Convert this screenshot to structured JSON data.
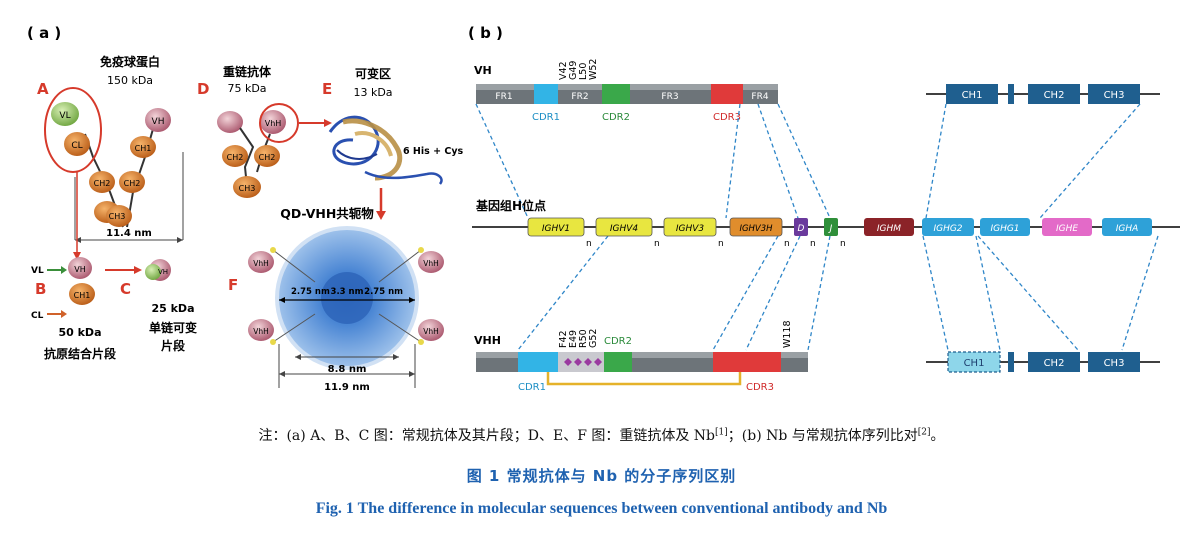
{
  "panel_a": {
    "label": "( a )",
    "igg_title": "免疫球蛋白",
    "igg_kda": "150 kDa",
    "hcab_title": "重链抗体",
    "hcab_kda": "75 kDa",
    "vr_title": "可变区",
    "vr_kda": "13 kDa",
    "letters": {
      "A": "A",
      "B": "B",
      "C": "C",
      "D": "D",
      "E": "E",
      "F": "F"
    },
    "domains": {
      "vl": "VL",
      "cl": "CL",
      "vh": "VH",
      "ch1": "CH1",
      "ch2": "CH2",
      "ch3": "CH3",
      "vhh": "VhH"
    },
    "width_114": "11.4 nm",
    "his_tag": "6 His + Cys",
    "qd_title": "QD-VHH共轭物",
    "fab_kda": "50 kDa",
    "fab_name": "抗原结合片段",
    "scfv_kda": "25 kDa",
    "scfv_name_1": "单链可变",
    "scfv_name_2": "片段",
    "qd_275_left": "2.75 nm",
    "qd_33": "3.3 nm",
    "qd_275_right": "2.75 nm",
    "qd_88": "8.8 nm",
    "qd_119": "11.9 nm",
    "colors": {
      "letter_red": "#d63a2b",
      "domain_orange": "#d8772a",
      "vl_green": "#8fbf5a",
      "vh_pink": "#c87d8f",
      "qd_blue": "#5a8fd0"
    }
  },
  "panel_b": {
    "label": "( b )",
    "vh_label": "VH",
    "vh_regions": [
      "FR1",
      "FR2",
      "FR3",
      "FR4"
    ],
    "vh_cdrs": [
      "CDR1",
      "CDR2",
      "CDR3"
    ],
    "vh_residues": [
      "V42",
      "G49",
      "L50",
      "W52"
    ],
    "heavy_chain": [
      "CH1",
      "CH2",
      "CH3"
    ],
    "locus_label": "基因组H位点",
    "genes": [
      "IGHV1",
      "IGHV4",
      "IGHV3",
      "IGHV3H",
      "D",
      "J",
      "IGHM",
      "IGHG2",
      "IGHG1",
      "IGHE",
      "IGHA"
    ],
    "n_label": "n",
    "vhh_label": "VHH",
    "vhh_residues": [
      "F42",
      "E49",
      "R50",
      "G52"
    ],
    "vhh_w118": "W118",
    "vhh_cdrs": [
      "CDR1",
      "CDR2",
      "CDR3"
    ],
    "vhh_chain": [
      "CH1",
      "CH2",
      "CH3"
    ],
    "colors": {
      "bar": "#6d7479",
      "cdr1": "#32b4e6",
      "cdr2": "#3aa84a",
      "cdr3": "#e03a3a",
      "chain_blue": "#1f5f8f",
      "dash": "#2f86c8",
      "ighv": "#e8e640",
      "ighv3h": "#e08d2c",
      "d": "#6a3a9c",
      "j": "#2f8f3a",
      "ighm": "#8b2328",
      "ighg": "#2ea1d8",
      "ighe": "#e36ac8"
    }
  },
  "caption": {
    "note_prefix": "注：(a) A、B、C 图：常规抗体及其片段；D、E、F 图：重链抗体及 Nb",
    "note_ref1": "[1]",
    "note_mid": "；(b) Nb 与常规抗体序列比对",
    "note_ref2": "[2]",
    "note_end": "。",
    "title_cn": "图 1    常规抗体与 Nb 的分子序列区别",
    "title_en": "Fig. 1    The difference in molecular sequences between conventional antibody and Nb"
  }
}
